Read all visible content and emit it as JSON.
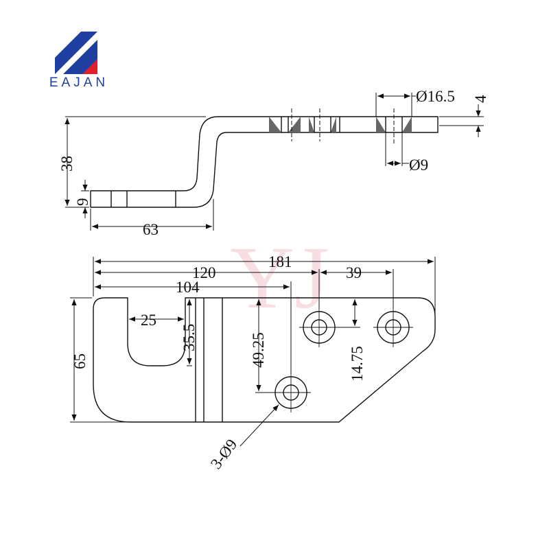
{
  "brand": {
    "name": "EAJAN",
    "colors": {
      "blue": "#1f3fa0",
      "red": "#e0202a"
    }
  },
  "watermark": "YJ",
  "side_view": {
    "overall_height": "38",
    "thickness": "9",
    "offset_length": "63",
    "counterbore_diameter": "Ø16.5",
    "counterbore_depth": "4",
    "hole_diameter": "Ø9"
  },
  "top_view": {
    "overall_length": "181",
    "dim_120": "120",
    "dim_104": "104",
    "dim_39": "39",
    "slot_width": "25",
    "slot_depth": "35.5",
    "hole_offset_v": "49.25",
    "height": "65",
    "dim_14_75": "14.75",
    "hole_callout": "3-Ø9"
  }
}
